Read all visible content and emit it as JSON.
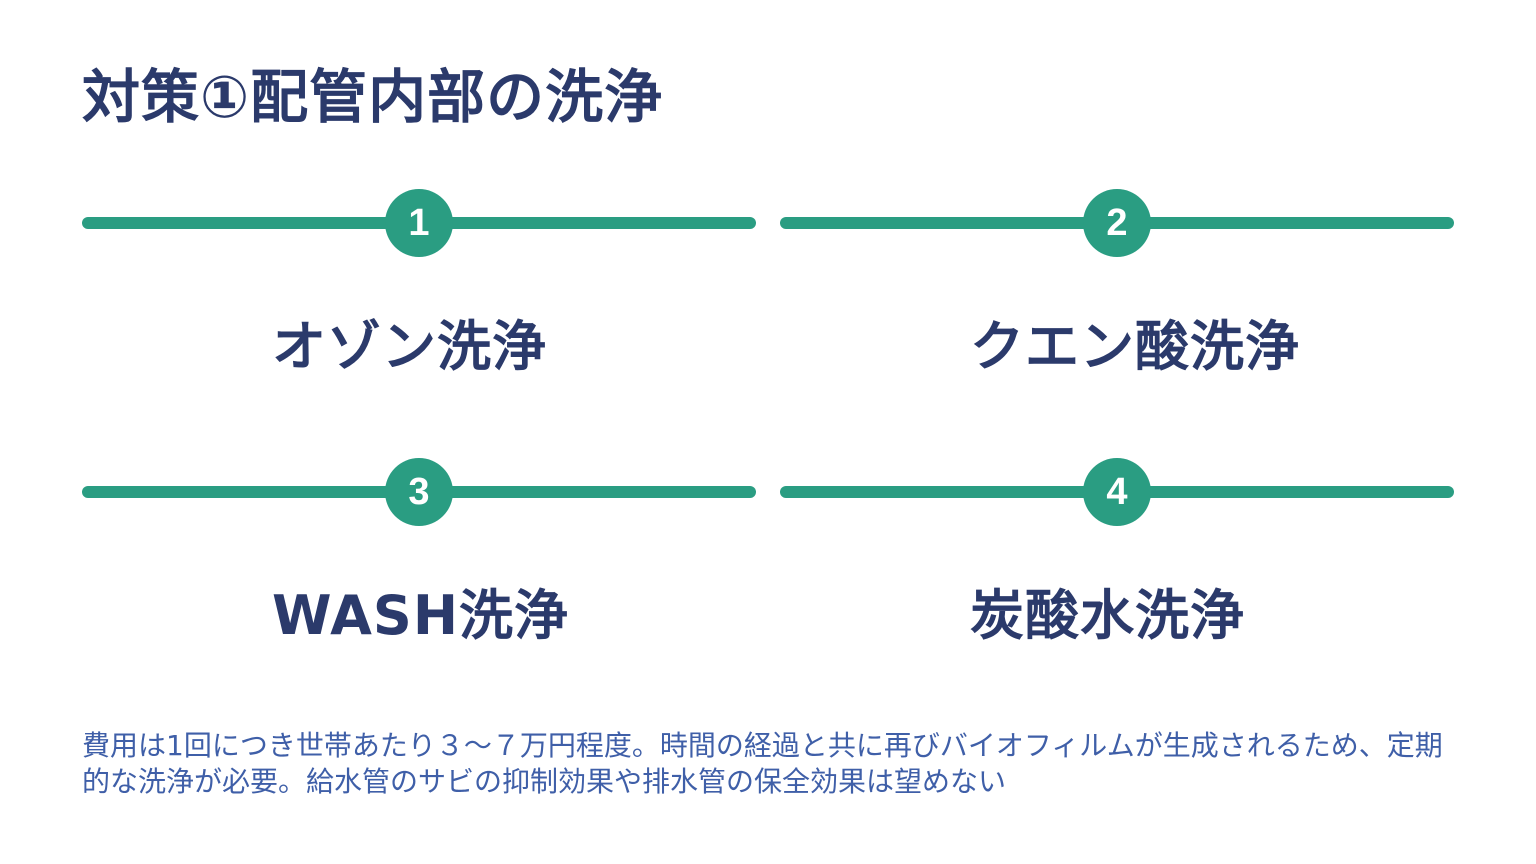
{
  "title": "対策①配管内部の洗浄",
  "accent_color": "#2a9d82",
  "text_color": "#2b3a6b",
  "items": [
    {
      "number": "1",
      "label": "オゾン洗浄"
    },
    {
      "number": "2",
      "label": "クエン酸洗浄"
    },
    {
      "number": "3",
      "label": "WASH洗浄"
    },
    {
      "number": "4",
      "label": "炭酸水洗浄"
    }
  ],
  "note": "費用は1回につき世帯あたり３～７万円程度。時間の経過と共に再びバイオフィルムが生成されるため、定期的な洗浄が必要。給水管のサビの抑制効果や排水管の保全効果は望めない"
}
